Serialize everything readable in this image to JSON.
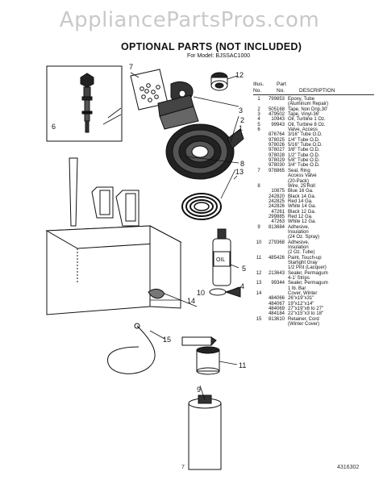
{
  "watermark": "AppliancePartsPros.com",
  "title": "OPTIONAL PARTS (NOT INCLUDED)",
  "subtitle": "For Model: BJSSAC1000",
  "table_header": {
    "illus": "Illus.\nNo.",
    "part": "Part\nNo.",
    "description": "DESCRIPTION"
  },
  "rows": [
    {
      "illus": "1",
      "part": "799853",
      "desc": "Epoxy, Tube"
    },
    {
      "illus": "",
      "part": "",
      "desc": "(Aluminum Repair)"
    },
    {
      "illus": "2",
      "part": "505168",
      "desc": "Tape, Non Drip,30'"
    },
    {
      "illus": "3",
      "part": "479502",
      "desc": "Tape, Vinyl-36'"
    },
    {
      "illus": "4",
      "part": "10943",
      "desc": "Oil, Turbine 1 Oz."
    },
    {
      "illus": "5",
      "part": "99943",
      "desc": "Oil, Turbine 8 Oz."
    },
    {
      "illus": "6",
      "part": "",
      "desc": "Valve, Access"
    },
    {
      "illus": "",
      "part": "876764",
      "desc": "3/16\" Tube O.D."
    },
    {
      "illus": "",
      "part": "978025",
      "desc": "1/4\" Tube O.D."
    },
    {
      "illus": "",
      "part": "978026",
      "desc": "5/16\" Tube O.D."
    },
    {
      "illus": "",
      "part": "978027",
      "desc": "3/8\" Tube O.D."
    },
    {
      "illus": "",
      "part": "978028",
      "desc": "1/2\" Tube O.D."
    },
    {
      "illus": "",
      "part": "978029",
      "desc": "5/8\" Tube O.D."
    },
    {
      "illus": "",
      "part": "978030",
      "desc": "3/4\" Tube O.D."
    },
    {
      "illus": "7",
      "part": "978865",
      "desc": "Seal, Ring"
    },
    {
      "illus": "",
      "part": "",
      "desc": "Access Valve"
    },
    {
      "illus": "",
      "part": "",
      "desc": "(20-Pack)"
    },
    {
      "illus": "8",
      "part": "",
      "desc": "Wire, 25'Roll"
    },
    {
      "illus": "",
      "part": "10875",
      "desc": "Blue 16 Ga."
    },
    {
      "illus": "",
      "part": "242820",
      "desc": "Black 14 Ga."
    },
    {
      "illus": "",
      "part": "242825",
      "desc": "Red 14 Ga."
    },
    {
      "illus": "",
      "part": "242826",
      "desc": "White 14 Ga."
    },
    {
      "illus": "",
      "part": "47261",
      "desc": "Black 12 Ga."
    },
    {
      "illus": "",
      "part": "299885",
      "desc": "Red 12 Ga."
    },
    {
      "illus": "",
      "part": "47263",
      "desc": "White 12 Ga."
    },
    {
      "illus": "9",
      "part": "813684",
      "desc": "Adhesive,"
    },
    {
      "illus": "",
      "part": "",
      "desc": "Insulation"
    },
    {
      "illus": "",
      "part": "",
      "desc": "(24 Oz. Spray)"
    },
    {
      "illus": "10",
      "part": "279368",
      "desc": "Adhesive,"
    },
    {
      "illus": "",
      "part": "",
      "desc": "Insulation"
    },
    {
      "illus": "",
      "part": "",
      "desc": "(2 Oz. Tube)"
    },
    {
      "illus": "11",
      "part": "485426",
      "desc": "Paint, Touch-up"
    },
    {
      "illus": "",
      "part": "",
      "desc": "Starlight Gray"
    },
    {
      "illus": "",
      "part": "",
      "desc": "1/2 Pint (Lacquer)"
    },
    {
      "illus": "12",
      "part": "213643",
      "desc": "Sealer, Permagum"
    },
    {
      "illus": "",
      "part": "",
      "desc": "4-1' Strips"
    },
    {
      "illus": "13",
      "part": "99344",
      "desc": "Sealer, Permagum"
    },
    {
      "illus": "",
      "part": "",
      "desc": "1 lb. Bar"
    },
    {
      "illus": "14",
      "part": "",
      "desc": "Cover, Winter"
    },
    {
      "illus": "",
      "part": "484066",
      "desc": "26\"x19\"x31\""
    },
    {
      "illus": "",
      "part": "484067",
      "desc": "19\"x12\"x14\""
    },
    {
      "illus": "",
      "part": "484069",
      "desc": "27\"x19\"x6 to 27\""
    },
    {
      "illus": "",
      "part": "484184",
      "desc": "22\"x15\"x3 to 18\""
    },
    {
      "illus": "15",
      "part": "813610",
      "desc": "Retainer, Cord"
    },
    {
      "illus": "",
      "part": "",
      "desc": "(Winter Cover)"
    }
  ],
  "callouts": [
    "7",
    "12",
    "3",
    "2",
    "6",
    "1",
    "8",
    "13",
    "5",
    "4",
    "10",
    "11",
    "14",
    "15",
    "9"
  ],
  "oil_label": "OIL",
  "footer": {
    "page": "7",
    "doc_number": "4316302"
  }
}
